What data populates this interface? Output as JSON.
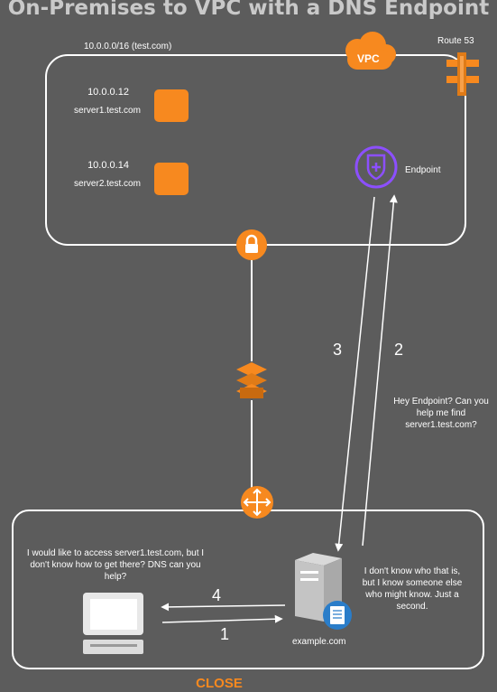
{
  "title": "On-Premises to VPC with a DNS Endpoint",
  "vpc": {
    "cidr_label": "10.0.0.0/16 (test.com)",
    "cloud_label": "VPC",
    "route53_label": "Route 53",
    "endpoint_label": "Endpoint",
    "servers": [
      {
        "ip": "10.0.0.12",
        "hostname": "server1.test.com"
      },
      {
        "ip": "10.0.0.14",
        "hostname": "server2.test.com"
      }
    ]
  },
  "steps": {
    "step1": "1",
    "step2": "2",
    "step3": "3",
    "step4": "4"
  },
  "messages": {
    "client_request": "I would like to access server1.test.com, but I don't know how to get there? DNS can you help?",
    "dns_reply": "I don't know who that is, but I know someone else who might know. Just a second.",
    "endpoint_query": "Hey Endpoint? Can you help me find server1.test.com?"
  },
  "onprem": {
    "dns_server_label": "example.com"
  },
  "close_label": "CLOSE",
  "colors": {
    "background": "#5c5c5c",
    "accent_orange": "#f7891f",
    "endpoint_purple": "#8c4fff",
    "line_white": "#ffffff",
    "title_gray": "#c9c9c9"
  }
}
